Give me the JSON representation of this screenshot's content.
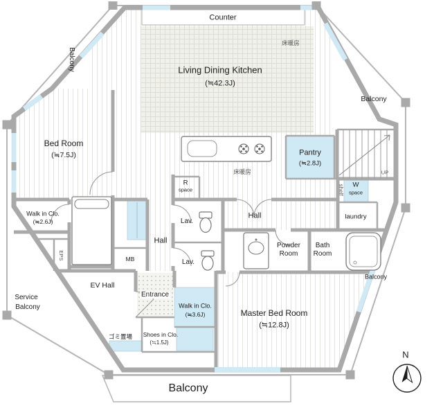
{
  "colors": {
    "wall": "#a9a9a9",
    "railing": "#b5b5b5",
    "window_blue": "#cfe9f5",
    "floor_stripe": "#e3e3df",
    "heated_floor_grid": "#ddddd5"
  },
  "labels": {
    "counter": "Counter",
    "ldk_name": "Living  Dining  Kitchen",
    "ldk_size": "(≒42.3J)",
    "floor_heating": "床暖房",
    "balcony": "Balcony",
    "service_balcony_1": "Service",
    "service_balcony_2": "Balcony",
    "bed_room_name": "Bed Room",
    "bed_room_size": "(≒7.5J)",
    "wic_left_name": "Walk in Clo.",
    "wic_left_size": "(≒2.6J)",
    "pantry_name": "Pantry",
    "pantry_size": "(≒2.8J)",
    "up": "UP",
    "r_letter": "R",
    "r_word": "space",
    "w_letter": "W",
    "w_word": "space",
    "shelf": "shelf",
    "laundry": "laundry",
    "hall": "Hall",
    "lav": "Lav.",
    "powder_1": "Powder",
    "powder_2": "Room",
    "bath_1": "Bath",
    "bath_2": "Room",
    "mb": "MB",
    "eps": "EPS",
    "ev_hall": "EV Hall",
    "entrance": "Entrance",
    "wic_center_name": "Walk in Clo.",
    "wic_center_size": "(≒3.6J)",
    "shoes_name": "Shoes in Clo.",
    "shoes_size": "(≒1.5J)",
    "master_name": "Master Bed Room",
    "master_size": "(≒12.8J)",
    "garbage": "ゴミ置場",
    "north": "N"
  }
}
